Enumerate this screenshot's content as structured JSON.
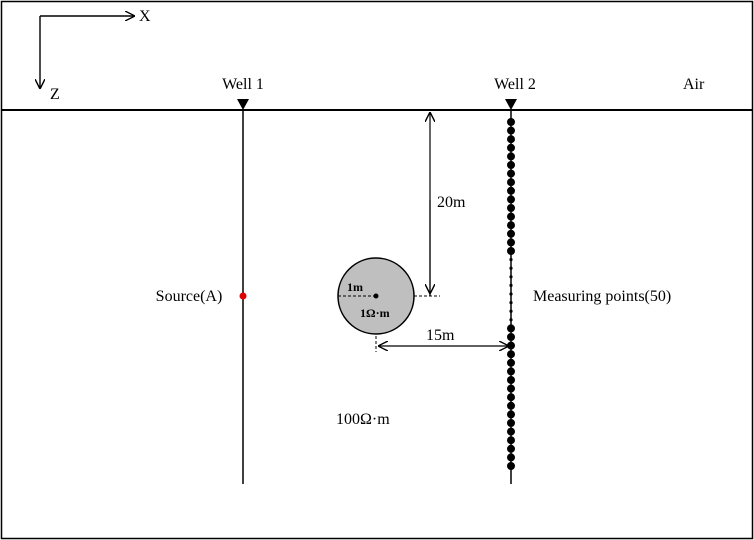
{
  "axes": {
    "x_label": "X",
    "z_label": "Z"
  },
  "labels": {
    "well1": "Well 1",
    "well2": "Well 2",
    "air": "Air",
    "depth": "20m",
    "offset": "15m",
    "source": "Source(A)",
    "measuring": "Measuring points(50)",
    "background_resistivity": "100Ω·m",
    "anomaly_radius": "1m",
    "anomaly_resistivity": "1Ω·m"
  },
  "colors": {
    "line": "#000000",
    "anomaly_fill": "#bfbfbf",
    "source": "#e00000"
  }
}
